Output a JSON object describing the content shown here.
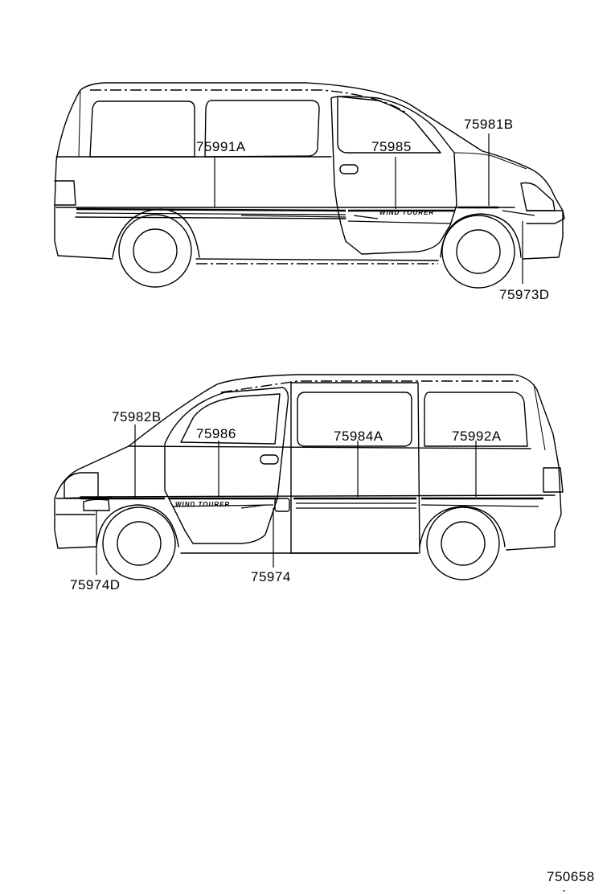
{
  "diagram_id": "750658",
  "views": [
    {
      "name": "right-side-view",
      "brand_text": "WIND TOURER",
      "callouts": [
        {
          "code": "75991A"
        },
        {
          "code": "75985"
        },
        {
          "code": "75981B"
        },
        {
          "code": "75973D"
        }
      ]
    },
    {
      "name": "left-side-view",
      "brand_text": "WIND TOURER",
      "callouts": [
        {
          "code": "75982B"
        },
        {
          "code": "75986"
        },
        {
          "code": "75984A"
        },
        {
          "code": "75992A"
        },
        {
          "code": "75974D"
        },
        {
          "code": "75974"
        }
      ]
    }
  ]
}
